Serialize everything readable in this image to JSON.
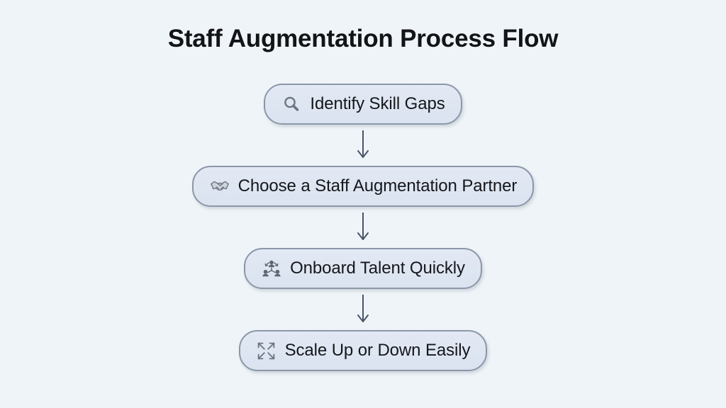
{
  "title": "Staff Augmentation Process Flow",
  "colors": {
    "background": "#eff4f8",
    "node_fill": "#dde5f0",
    "node_border": "#8b97a8",
    "text": "#15171b",
    "arrow": "#4a5568",
    "icon": "#6b7482"
  },
  "flow": {
    "type": "vertical-flowchart",
    "connector": "down-arrow",
    "steps": [
      {
        "order": 1,
        "label": "Identify Skill Gaps",
        "icon": "magnifying-glass-icon"
      },
      {
        "order": 2,
        "label": "Choose a Staff Augmentation Partner",
        "icon": "handshake-icon"
      },
      {
        "order": 3,
        "label": "Onboard Talent Quickly",
        "icon": "team-network-icon"
      },
      {
        "order": 4,
        "label": "Scale Up or Down Easily",
        "icon": "expand-arrows-icon"
      }
    ]
  }
}
